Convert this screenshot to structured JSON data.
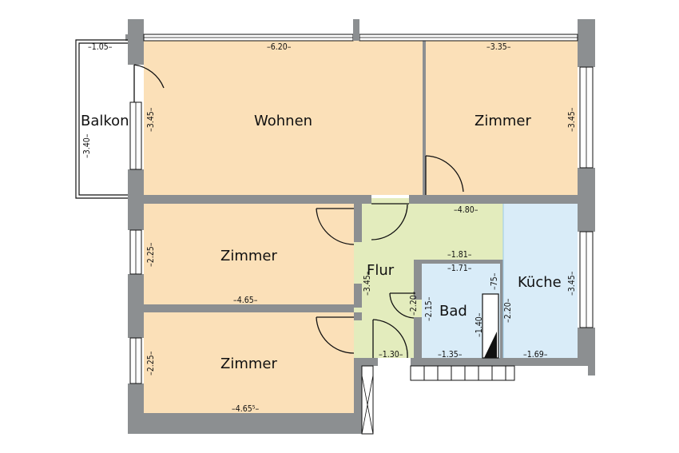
{
  "colors": {
    "living": "#fbe0b8",
    "hall": "#e3ecbd",
    "kitchen_bath": "#d9ecf8",
    "wall": "#8c8f91",
    "window": "#ffffff",
    "line": "#111111"
  },
  "rooms": {
    "balkon": "Balkon",
    "wohnen": "Wohnen",
    "zimmer_top_right": "Zimmer",
    "zimmer_middle": "Zimmer",
    "zimmer_bottom": "Zimmer",
    "flur": "Flur",
    "bad": "Bad",
    "kueche": "Küche"
  },
  "dimensions": {
    "balkon_width": "–1.05–",
    "balkon_depth": "–3.40–",
    "wohnen_width": "–6.20–",
    "wohnen_depth": "–3.45–",
    "zimmer_tr_width": "–3.35–",
    "zimmer_tr_depth": "–3.45–",
    "corridor_width": "–4.80–",
    "zimmer_mid_depth": "–2.25–",
    "zimmer_mid_width": "–4.65–",
    "flur_depth": "–3.45–",
    "flur_width": "–1.30–",
    "bad_outer": "–1.81–",
    "bad_inner": "–1.71–",
    "bad_h1": "–2.20–",
    "bad_h2": "–2.15–",
    "bad_width": "–1.35–",
    "bad_niche_h": "–1.40–",
    "bad_niche_w": "–75–",
    "kueche_h": "–2.20–",
    "kueche_depth": "–3.45–",
    "kueche_width": "–1.69–",
    "zimmer_bot_depth": "–2.25–",
    "zimmer_bot_width": "–4.65⁵–"
  }
}
